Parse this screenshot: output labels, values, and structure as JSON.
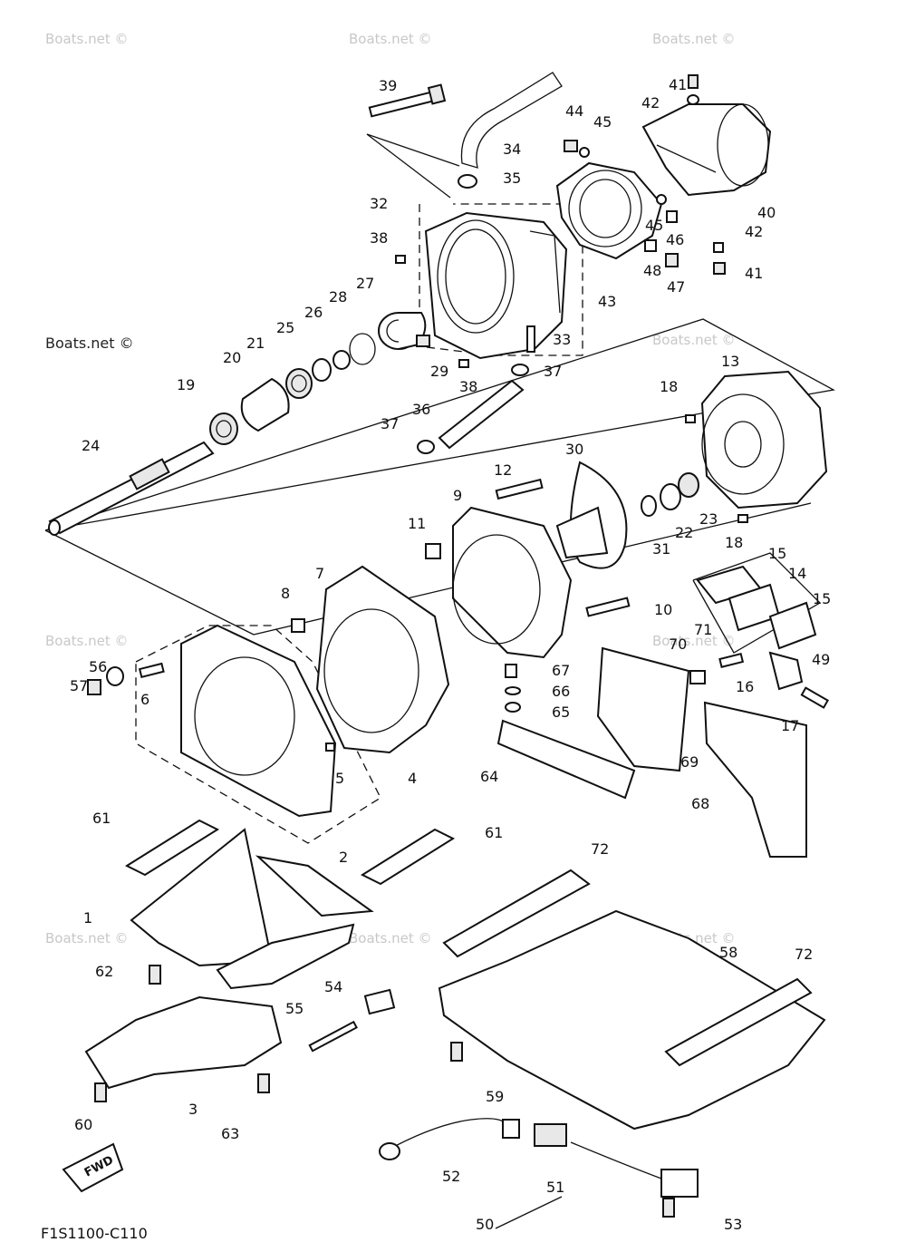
{
  "watermarks": {
    "light": "Boats.net ©",
    "dark": "Boats.net ©"
  },
  "drawing_code": "F1S1100-C110",
  "fwd_label": "FWD",
  "callouts": [
    "39",
    "34",
    "35",
    "32",
    "38",
    "27",
    "28",
    "26",
    "25",
    "21",
    "20",
    "19",
    "24",
    "29",
    "38",
    "33",
    "37",
    "36",
    "37",
    "44",
    "45",
    "45",
    "46",
    "43",
    "48",
    "47",
    "41",
    "42",
    "40",
    "42",
    "41",
    "13",
    "18",
    "12",
    "9",
    "11",
    "30",
    "31",
    "22",
    "23",
    "18",
    "15",
    "14",
    "15",
    "8",
    "7",
    "10",
    "71",
    "70",
    "49",
    "16",
    "17",
    "56",
    "57",
    "6",
    "5",
    "4",
    "67",
    "66",
    "65",
    "64",
    "69",
    "68",
    "61",
    "61",
    "72",
    "2",
    "1",
    "62",
    "54",
    "55",
    "58",
    "72",
    "59",
    "3",
    "60",
    "63",
    "52",
    "51",
    "50",
    "53"
  ]
}
